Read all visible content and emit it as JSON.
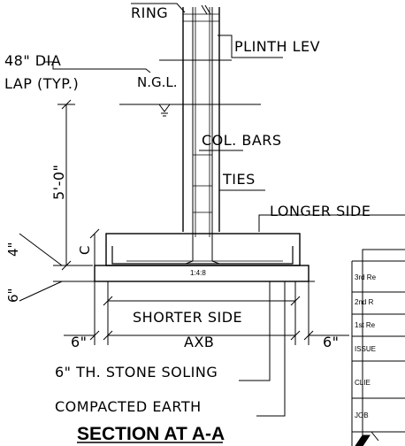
{
  "drawing": {
    "title": "SECTION AT A-A",
    "labels": {
      "ring": "RING",
      "plinth_level": "PLINTH LEV",
      "dia": "48\" DIA",
      "lap": "LAP (TYP.)",
      "ngl": "N.G.L.",
      "col_bars": "COL. BARS",
      "ties": "TIES",
      "longer_side": "LONGER SIDE",
      "depth": "5'-0\"",
      "dim_4": "4\"",
      "dim_c": "C",
      "dim_6_left": "6\"",
      "mix": "1:4:8",
      "shorter_side": "SHORTER SIDE",
      "axb": "AXB",
      "offset_left": "6\"",
      "offset_right": "6\"",
      "soling": "6\" TH. STONE SOLING",
      "earth": "COMPACTED EARTH"
    }
  },
  "title_block": {
    "rows": [
      "3rd Re",
      "2nd R",
      "1st Re",
      "ISSUE",
      "CLIE",
      "JOB"
    ]
  }
}
